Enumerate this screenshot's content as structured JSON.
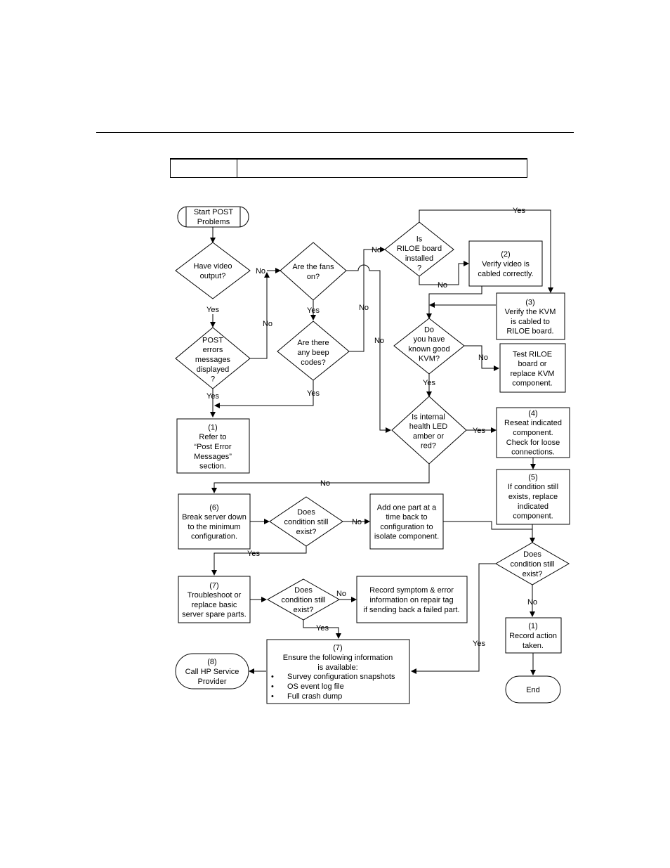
{
  "flowchart": {
    "start": {
      "lines": [
        "Start POST",
        "Problems"
      ]
    },
    "video_q": {
      "lines": [
        "Have video",
        "output?"
      ]
    },
    "fans_q": {
      "lines": [
        "Are the fans",
        "on?"
      ]
    },
    "riloe_q": {
      "lines": [
        "Is",
        "RILOE board",
        "installed",
        "?"
      ]
    },
    "verify_video": {
      "lines": [
        "(2)",
        "Verify video is",
        "cabled correctly."
      ]
    },
    "verify_kvm": {
      "lines": [
        "(3)",
        "Verify the KVM",
        "is cabled to",
        "RILOE board."
      ]
    },
    "post_q": {
      "lines": [
        "POST",
        "errors",
        "messages",
        "displayed",
        "?"
      ]
    },
    "beep_q": {
      "lines": [
        "Are there",
        "any beep",
        "codes?"
      ]
    },
    "kvm_q": {
      "lines": [
        "Do",
        "you have",
        "known good",
        "KVM?"
      ]
    },
    "test_riloe": {
      "lines": [
        "Test RILOE",
        "board or",
        "replace KVM",
        "component."
      ]
    },
    "refer_post": {
      "lines": [
        "(1)",
        "Refer to",
        "“Post Error",
        "Messages”",
        "section."
      ]
    },
    "health_q": {
      "lines": [
        "Is internal",
        "health LED",
        "amber or",
        "red?"
      ]
    },
    "reseat": {
      "lines": [
        "(4)",
        "Reseat indicated",
        "component.",
        "Check for loose",
        "connections."
      ]
    },
    "replace_ind": {
      "lines": [
        "(5)",
        "If condition still",
        "exists, replace",
        "indicated",
        "component."
      ]
    },
    "break_down": {
      "lines": [
        "(6)",
        "Break server down",
        "to the minimum",
        "configuration."
      ]
    },
    "cond_q1": {
      "lines": [
        "Does",
        "condition still",
        "exist?"
      ]
    },
    "add_part": {
      "lines": [
        "Add one part at a",
        "time back to",
        "configuration to",
        "isolate component."
      ]
    },
    "cond_q2": {
      "lines": [
        "Does",
        "condition still",
        "exist?"
      ]
    },
    "troubleshoot": {
      "lines": [
        "(7)",
        "Troubleshoot or",
        "replace basic",
        "server spare parts."
      ]
    },
    "cond_q3": {
      "lines": [
        "Does",
        "condition still",
        "exist?"
      ]
    },
    "record_symptom": {
      "lines": [
        "Record symptom & error",
        "information on repair tag",
        "if sending back a failed part."
      ]
    },
    "record_action": {
      "lines": [
        "(1)",
        "Record action",
        "taken."
      ]
    },
    "ensure_info": {
      "lines": [
        "(7)",
        "Ensure the following information",
        "is available:"
      ],
      "bullets": [
        "Survey configuration snapshots",
        "OS event log file",
        "Full crash dump"
      ]
    },
    "call_hp": {
      "lines": [
        "(8)",
        "Call HP Service",
        "Provider"
      ]
    },
    "end": {
      "lines": [
        "End"
      ]
    },
    "labels": {
      "yes": "Yes",
      "no": "No"
    }
  }
}
